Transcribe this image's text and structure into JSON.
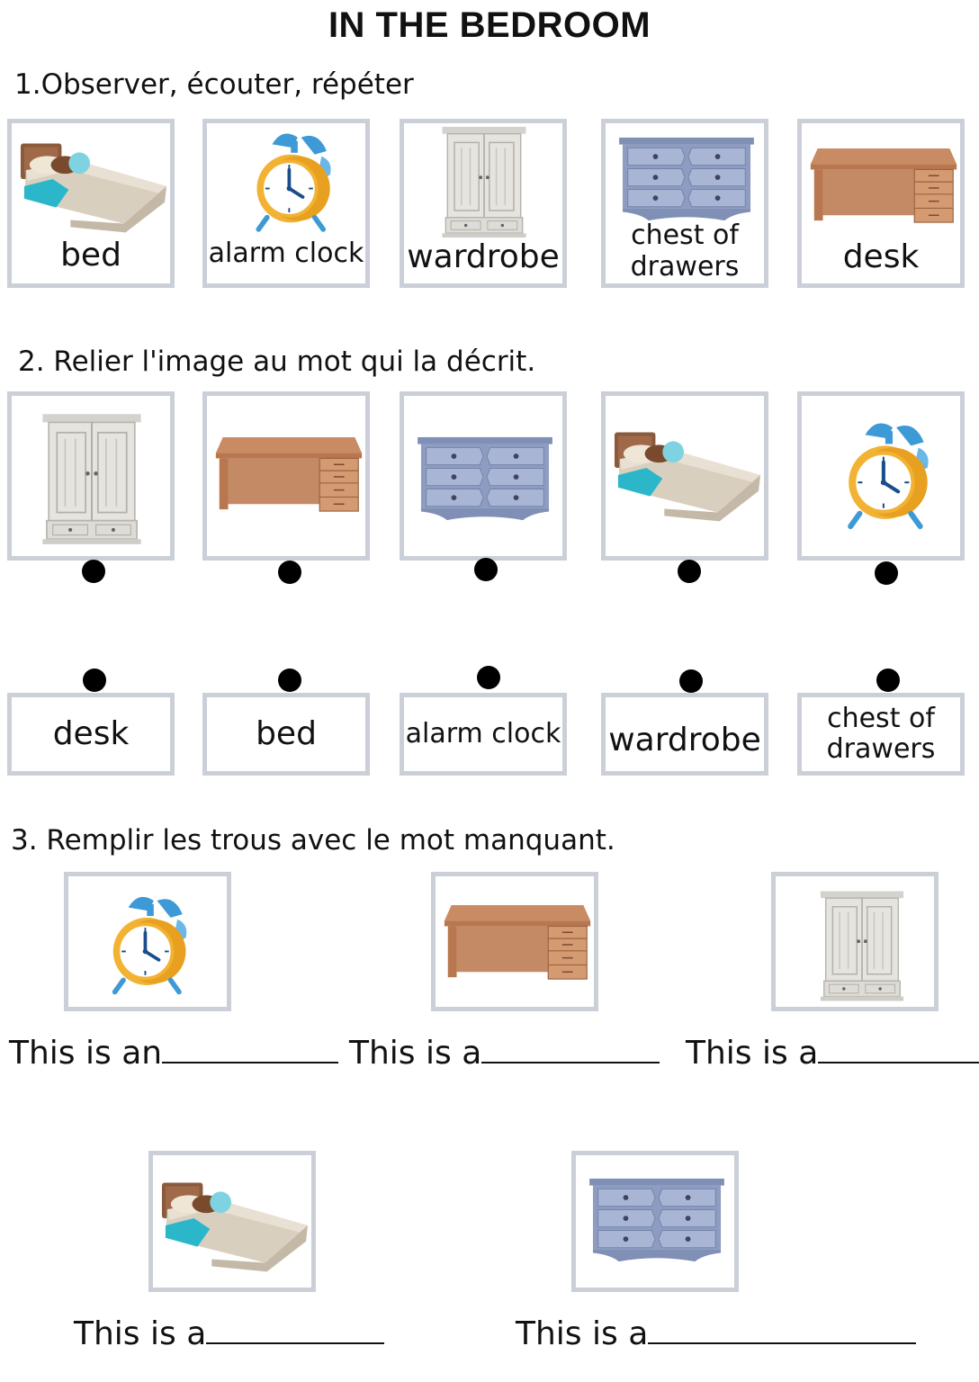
{
  "title": "IN THE BEDROOM",
  "section1": {
    "heading": "1.Observer, écouter, répéter",
    "cards": [
      {
        "icon": "bed-icon",
        "label": "bed"
      },
      {
        "icon": "alarm-clock-icon",
        "label": "alarm clock"
      },
      {
        "icon": "wardrobe-icon",
        "label": "wardrobe"
      },
      {
        "icon": "chest-of-drawers-icon",
        "label": "chest of drawers"
      },
      {
        "icon": "desk-icon",
        "label": "desk"
      }
    ]
  },
  "section2": {
    "heading": "2. Relier l'image au mot qui la décrit.",
    "images": [
      "wardrobe-icon",
      "desk-icon",
      "chest-of-drawers-icon",
      "bed-icon",
      "alarm-clock-icon"
    ],
    "words": [
      "desk",
      "bed",
      "alarm clock",
      "wardrobe",
      "chest of drawers"
    ]
  },
  "section3": {
    "heading": "3. Remplir les trous avec le mot manquant.",
    "items": [
      {
        "icon": "alarm-clock-icon",
        "prompt": "This is an"
      },
      {
        "icon": "desk-icon",
        "prompt": "This is a"
      },
      {
        "icon": "wardrobe-icon",
        "prompt": "This is a"
      },
      {
        "icon": "bed-icon",
        "prompt": "This is a"
      },
      {
        "icon": "chest-of-drawers-icon",
        "prompt": "This is a"
      }
    ]
  },
  "colors": {
    "card_border": "#cbd0d8",
    "bed_headboard": "#8a5a3c",
    "bed_blanket": "#d8cfc0",
    "bed_sheet": "#2bb7c9",
    "clock_body": "#f2b233",
    "clock_bells": "#3d9ad6",
    "wardrobe": "#e6e4df",
    "drawers": "#8d9cc0",
    "desk": "#c98b63"
  }
}
